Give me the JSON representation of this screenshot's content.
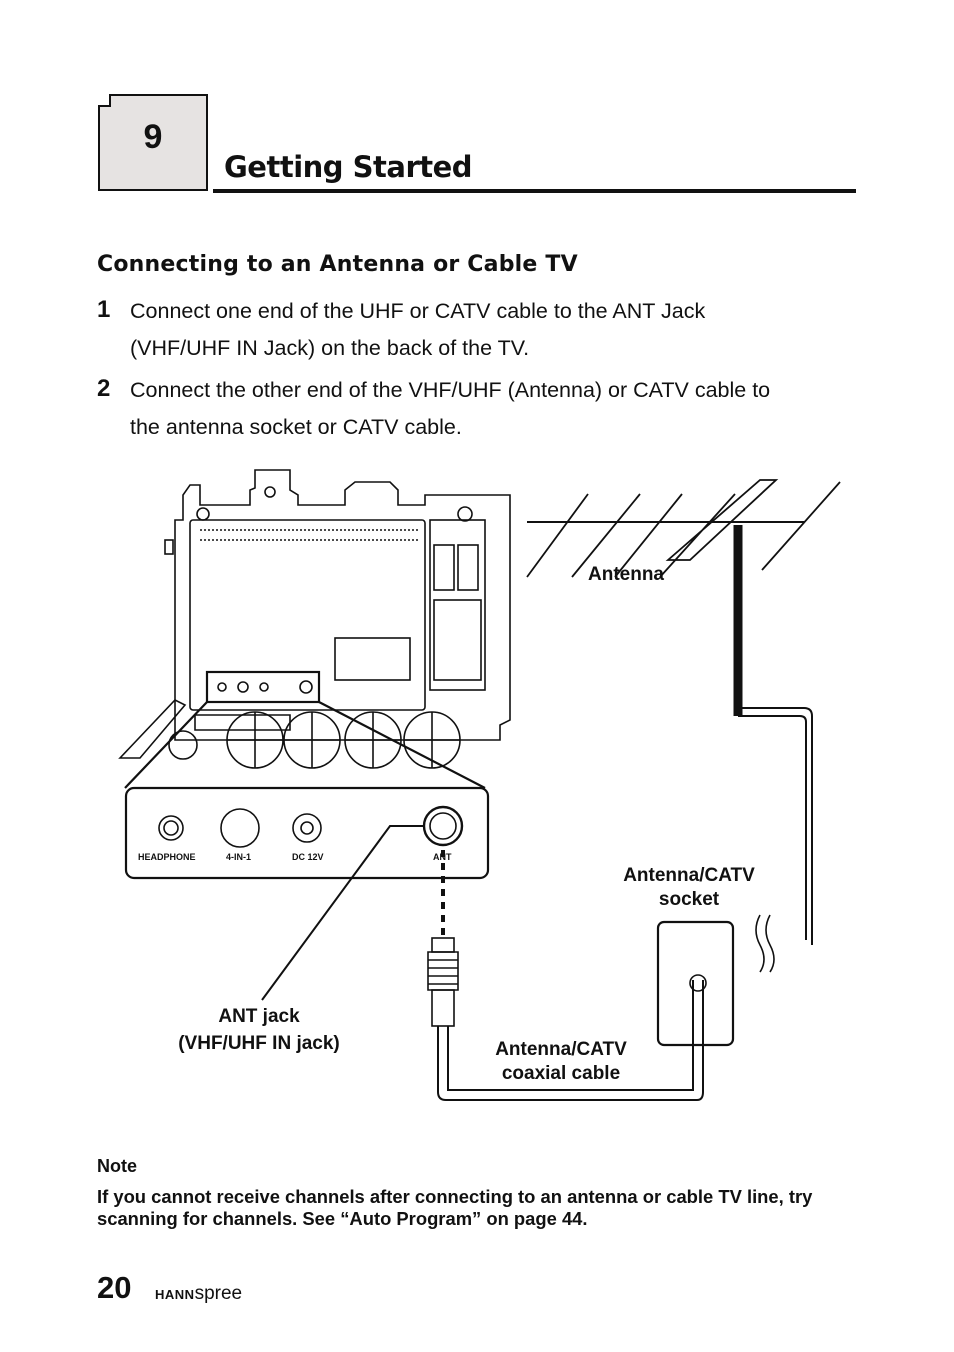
{
  "chapter": {
    "number": "9",
    "title": "Getting Started"
  },
  "section": {
    "title": "Connecting to an Antenna or Cable TV"
  },
  "steps": [
    {
      "num": "1",
      "line1": "Connect one end of the UHF or CATV cable to the ANT Jack",
      "line2": "(VHF/UHF IN Jack) on the back of the TV."
    },
    {
      "num": "2",
      "line1": "Connect the other end of the VHF/UHF (Antenna) or CATV cable to",
      "line2": "the antenna socket or CATV cable."
    }
  ],
  "diagram": {
    "panel": {
      "headphone": "HEADPHONE",
      "four_in_one": "4-IN-1",
      "dc": "DC 12V",
      "ant": "ANT"
    },
    "labels": {
      "antenna": "Antenna",
      "socket_l1": "Antenna/CATV",
      "socket_l2": "socket",
      "ant_jack_l1": "ANT jack",
      "ant_jack_l2": "(VHF/UHF IN jack)",
      "cable_l1": "Antenna/CATV",
      "cable_l2": "coaxial cable"
    }
  },
  "note": {
    "heading": "Note",
    "text": "If you cannot receive channels after connecting to an antenna or cable TV line, try scanning for channels. See “Auto Program” on page 44."
  },
  "footer": {
    "page": "20",
    "brand_bold": "HANN",
    "brand_rest": "spree"
  }
}
